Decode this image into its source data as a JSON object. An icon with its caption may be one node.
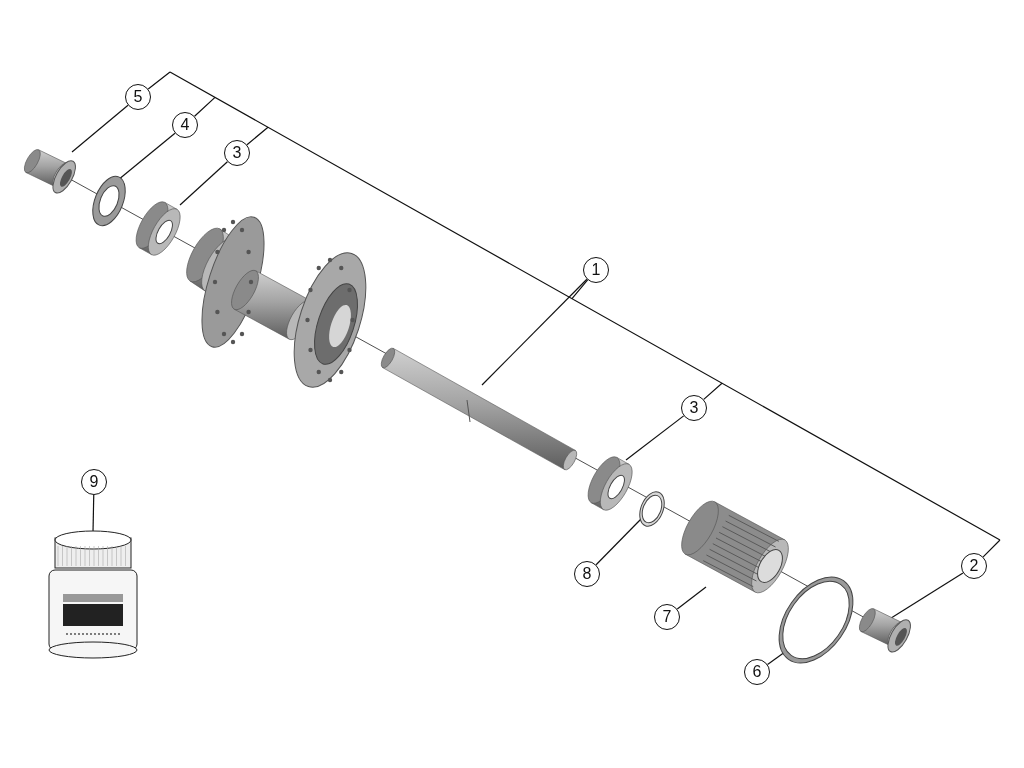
{
  "diagram": {
    "nodes": [
      {
        "text": [
          "5"
        ]
      },
      {
        "text": [
          "4"
        ]
      },
      {
        "text": [
          "3"
        ]
      },
      {
        "text": [
          "1"
        ]
      },
      {
        "text": [
          "3"
        ]
      },
      {
        "text": [
          "9"
        ]
      },
      {
        "text": [
          "8"
        ]
      },
      {
        "text": [
          "2"
        ]
      },
      {
        "text": [
          "7"
        ]
      },
      {
        "text": [
          "6"
        ]
      },
      {
        "text": [],
        "shape": "picture"
      },
      {
        "text": [],
        "shape": "picture"
      },
      {
        "text": [],
        "shape": "picture"
      },
      {
        "text": [],
        "shape": "picture"
      },
      {
        "text": [],
        "shape": "picture"
      },
      {
        "text": [],
        "shape": "picture"
      },
      {
        "text": [],
        "shape": "picture"
      },
      {
        "text": [],
        "shape": "picture"
      },
      {
        "text": [],
        "shape": "picture"
      },
      {
        "text": [],
        "shape": "picture"
      }
    ],
    "edges": [
      {
        "from": 0,
        "to": 10,
        "arrow": "none"
      },
      {
        "from": 1,
        "to": 11,
        "arrow": "none"
      },
      {
        "from": 2,
        "to": 12,
        "arrow": "none"
      },
      {
        "from": 3,
        "to": 13,
        "arrow": "none"
      },
      {
        "from": 4,
        "to": 14,
        "arrow": "none"
      },
      {
        "from": 5,
        "to": 19,
        "arrow": "none"
      },
      {
        "from": 6,
        "to": 15,
        "arrow": "none"
      },
      {
        "from": 7,
        "to": 18,
        "arrow": "none"
      },
      {
        "from": 8,
        "to": 16,
        "arrow": "none"
      },
      {
        "from": 9,
        "to": 17,
        "arrow": "none"
      }
    ]
  }
}
